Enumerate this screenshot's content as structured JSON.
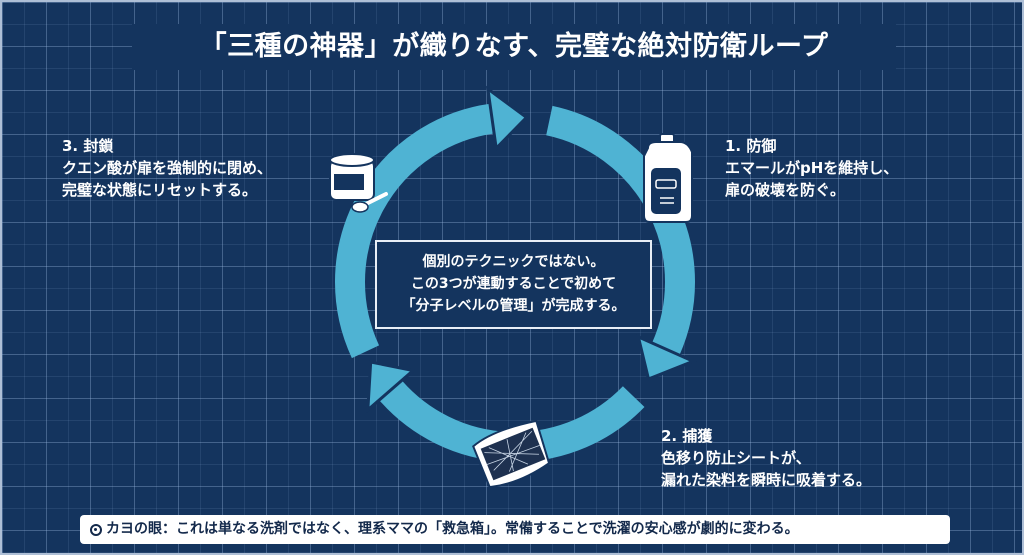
{
  "title": "「三種の神器」が織りなす、完璧な絶対防衛ループ",
  "steps": [
    {
      "heading": "1. 防御",
      "line1": "エマールがpHを維持し、",
      "line2": "扉の破壊を防ぐ。"
    },
    {
      "heading": "2. 捕獲",
      "line1": "色移り防止シートが、",
      "line2": "漏れた染料を瞬時に吸着する。"
    },
    {
      "heading": "3. 封鎖",
      "line1": "クエン酸が扉を強制的に閉め、",
      "line2": "完璧な状態にリセットする。"
    }
  ],
  "center": {
    "line1": "個別のテクニックではない。",
    "line2": "この3つが連動することで初めて",
    "line3": "「分子レベルの管理」が完成する。"
  },
  "banner": {
    "text": "カヨの眼：これは単なる洗剤ではなく、理系ママの「救急箱」。常備することで洗濯の安心感が劇的に変わる。"
  },
  "colors": {
    "background": "#14345e",
    "arrow": "#4fb3d3",
    "text": "#ffffff"
  },
  "icons": [
    "detergent-bottle-icon",
    "color-catcher-sheet-icon",
    "citric-acid-jar-icon",
    "eye-icon"
  ]
}
